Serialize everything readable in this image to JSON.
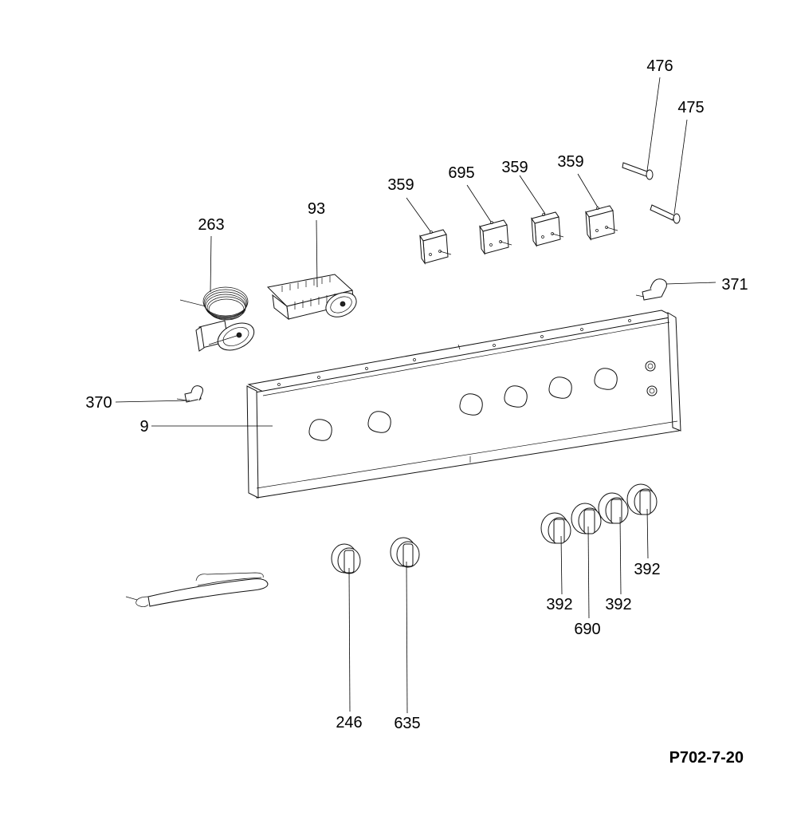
{
  "diagram": {
    "drawing_code": "P702-7-20",
    "part_labels": {
      "p476": "476",
      "p475": "475",
      "p359a": "359",
      "p695": "695",
      "p359b": "359",
      "p359c": "359",
      "p263": "263",
      "p93": "93",
      "p371": "371",
      "p370": "370",
      "p9": "9",
      "p392a": "392",
      "p392b": "392",
      "p392c": "392",
      "p690": "690",
      "p246": "246",
      "p635": "635"
    }
  }
}
